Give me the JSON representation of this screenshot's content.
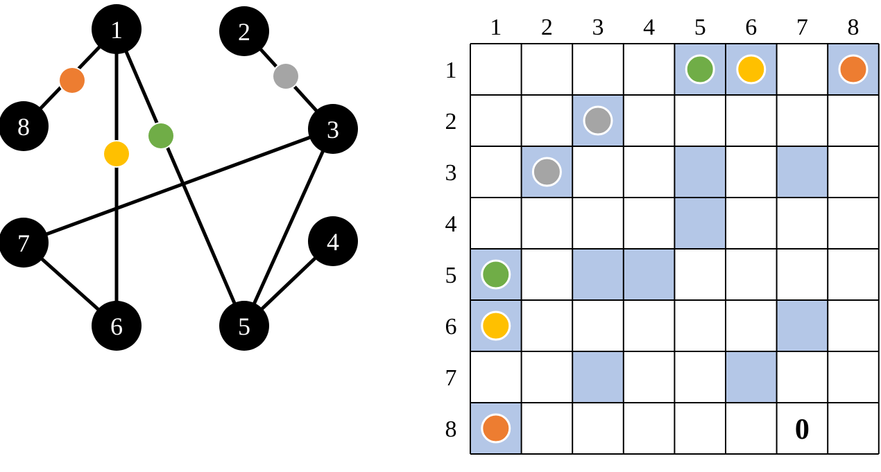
{
  "graph": {
    "nodes": [
      {
        "id": "1",
        "label": "1"
      },
      {
        "id": "2",
        "label": "2"
      },
      {
        "id": "3",
        "label": "3"
      },
      {
        "id": "4",
        "label": "4"
      },
      {
        "id": "5",
        "label": "5"
      },
      {
        "id": "6",
        "label": "6"
      },
      {
        "id": "7",
        "label": "7"
      },
      {
        "id": "8",
        "label": "8"
      }
    ],
    "edges": [
      {
        "from": "1",
        "to": "8",
        "marker": "orange"
      },
      {
        "from": "1",
        "to": "6",
        "marker": "yellow"
      },
      {
        "from": "1",
        "to": "5",
        "marker": "green"
      },
      {
        "from": "2",
        "to": "3",
        "marker": "gray"
      },
      {
        "from": "3",
        "to": "7",
        "marker": null
      },
      {
        "from": "3",
        "to": "5",
        "marker": null
      },
      {
        "from": "4",
        "to": "5",
        "marker": null
      },
      {
        "from": "7",
        "to": "6",
        "marker": null
      }
    ]
  },
  "matrix": {
    "column_labels": [
      "1",
      "2",
      "3",
      "4",
      "5",
      "6",
      "7",
      "8"
    ],
    "row_labels": [
      "1",
      "2",
      "3",
      "4",
      "5",
      "6",
      "7",
      "8"
    ],
    "shaded_cells": [
      [
        1,
        5
      ],
      [
        1,
        6
      ],
      [
        1,
        8
      ],
      [
        2,
        3
      ],
      [
        3,
        2
      ],
      [
        3,
        5
      ],
      [
        3,
        7
      ],
      [
        4,
        5
      ],
      [
        5,
        1
      ],
      [
        5,
        3
      ],
      [
        5,
        4
      ],
      [
        6,
        1
      ],
      [
        6,
        7
      ],
      [
        7,
        3
      ],
      [
        7,
        6
      ],
      [
        8,
        1
      ]
    ],
    "markers": [
      {
        "row": 1,
        "col": 5,
        "color": "green"
      },
      {
        "row": 1,
        "col": 6,
        "color": "yellow"
      },
      {
        "row": 1,
        "col": 8,
        "color": "orange"
      },
      {
        "row": 2,
        "col": 3,
        "color": "gray"
      },
      {
        "row": 3,
        "col": 2,
        "color": "gray"
      },
      {
        "row": 5,
        "col": 1,
        "color": "green"
      },
      {
        "row": 6,
        "col": 1,
        "color": "yellow"
      },
      {
        "row": 8,
        "col": 1,
        "color": "orange"
      }
    ],
    "cell_text": [
      {
        "row": 8,
        "col": 7,
        "text": "0"
      }
    ]
  },
  "colors": {
    "node_fill": "#000000",
    "node_text": "#ffffff",
    "edge": "#000000",
    "shade": "#b4c7e7",
    "grid_line": "#000000",
    "marker_stroke": "#ffffff",
    "orange": "#ed7d31",
    "yellow": "#ffc000",
    "green": "#70ad47",
    "gray": "#a5a5a5"
  }
}
